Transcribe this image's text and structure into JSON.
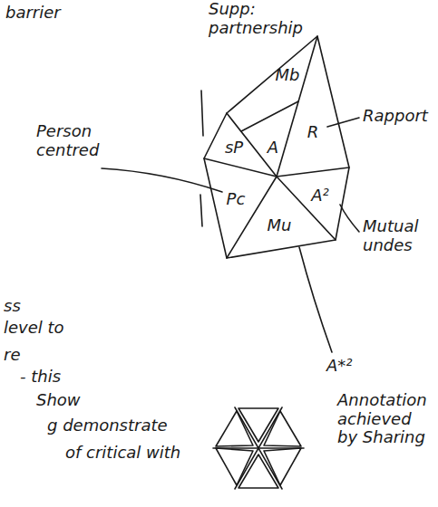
{
  "diagram": {
    "nodes": [
      {
        "text": [
          "Mb"
        ]
      },
      {
        "text": [
          "sP"
        ]
      },
      {
        "text": [
          "A"
        ]
      },
      {
        "text": [
          "R"
        ]
      },
      {
        "text": [
          "Pc"
        ]
      },
      {
        "text": [
          "A²"
        ]
      },
      {
        "text": [
          "Mu"
        ]
      }
    ],
    "labels": [
      "barrier",
      "Supp: partnership",
      "Person centred",
      "Rapport",
      "Mutual undes",
      "A*²",
      "Annotation achieved by Sharing",
      "ss",
      "level to",
      "re",
      "- this",
      "Show",
      "g demonstrate",
      "of critical with"
    ]
  }
}
